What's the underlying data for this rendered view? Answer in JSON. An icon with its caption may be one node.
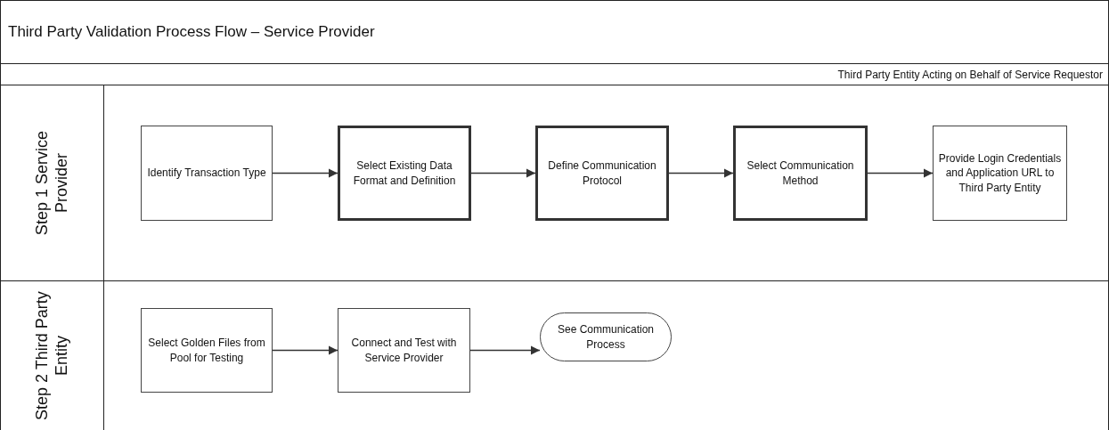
{
  "diagram": {
    "title": "Third Party Validation Process Flow – Service Provider",
    "nodes": [
      {
        "text": [
          "Step 1 Service Provider"
        ]
      },
      {
        "text": [
          "Identify Transaction Type"
        ],
        "in": 0
      },
      {
        "text": [
          "Select Existing Data Format and Definition"
        ],
        "in": 0
      },
      {
        "text": [
          "Define Communication Protocol"
        ],
        "in": 0
      },
      {
        "text": [
          "Select Communication Method"
        ],
        "in": 0
      },
      {
        "text": [
          "Provide Login Credentials and Application URL to Third Party Entity"
        ],
        "in": 0
      },
      {
        "text": [
          "Step 2 Third Party Entity"
        ]
      },
      {
        "text": [
          "Select Golden Files from Pool for Testing"
        ],
        "in": 6
      },
      {
        "text": [
          "Connect and Test with Service Provider"
        ],
        "in": 6
      },
      {
        "text": [
          "See Communication Process"
        ],
        "in": 6
      }
    ],
    "edges": [
      {
        "from": 1,
        "to": 2,
        "arrow": "to"
      },
      {
        "from": 2,
        "to": 3,
        "arrow": "to"
      },
      {
        "from": 3,
        "to": 4,
        "arrow": "to"
      },
      {
        "from": 4,
        "to": 5,
        "arrow": "to"
      },
      {
        "from": 7,
        "to": 8,
        "arrow": "to"
      },
      {
        "from": 8,
        "to": 9,
        "arrow": "to"
      }
    ],
    "labels": [
      "Third Party Entity Acting on Behalf of Service Requestor"
    ]
  }
}
